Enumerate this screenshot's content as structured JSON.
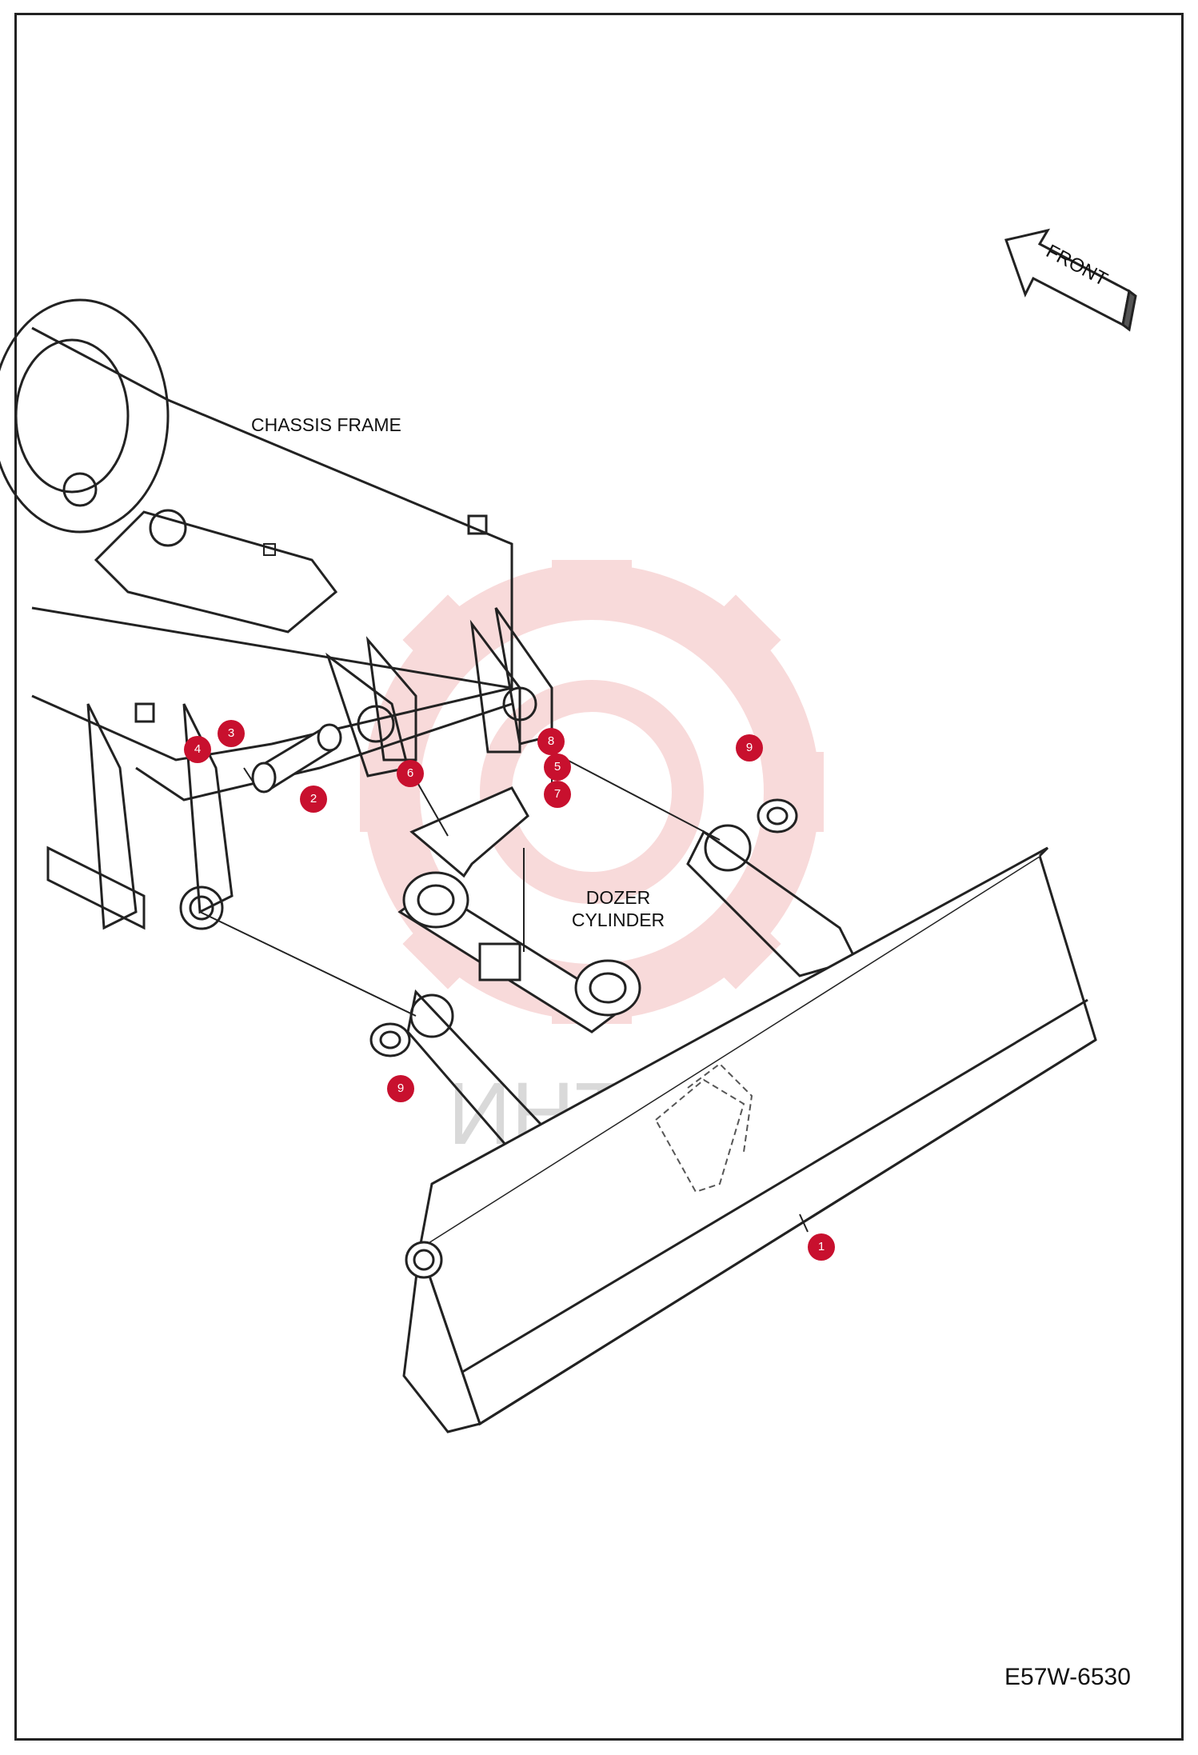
{
  "labels": {
    "front": "FRONT",
    "chassis_frame": "CHASSIS FRAME",
    "dozer_cylinder_line1": "DOZER",
    "dozer_cylinder_line2": "CYLINDER",
    "figure_code": "E57W-6530",
    "watermark": "ИНТЕХ"
  },
  "callouts": [
    "1",
    "2",
    "3",
    "4",
    "5",
    "6",
    "7",
    "8",
    "9",
    "9"
  ],
  "colors": {
    "callout": "#c8102e",
    "watermark": "#f3c3c3",
    "line": "#222222"
  }
}
